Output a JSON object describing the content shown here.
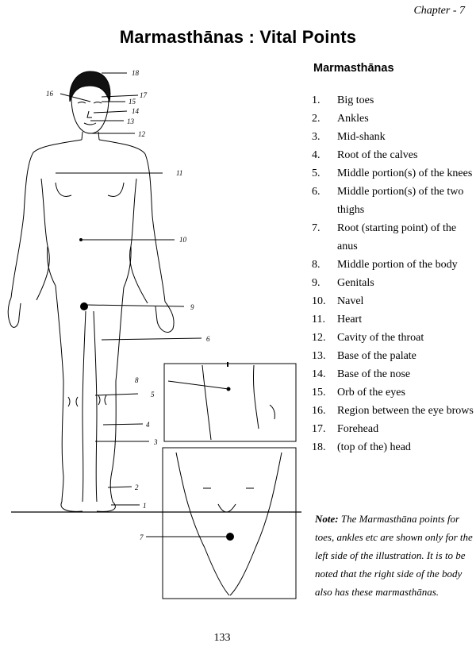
{
  "header": {
    "chapter": "Chapter - 7"
  },
  "title": "Marmasthānas : Vital Points",
  "list": {
    "heading": "Marmasthānas",
    "items": [
      {
        "num": "1.",
        "text": "Big toes"
      },
      {
        "num": "2.",
        "text": "Ankles"
      },
      {
        "num": "3.",
        "text": "Mid-shank"
      },
      {
        "num": "4.",
        "text": "Root of the calves"
      },
      {
        "num": "5.",
        "text": "Middle portion(s) of the knees"
      },
      {
        "num": "6.",
        "text": "Middle portion(s) of the two thighs"
      },
      {
        "num": "7.",
        "text": "Root (starting point) of the anus"
      },
      {
        "num": "8.",
        "text": "Middle portion of the body"
      },
      {
        "num": "9.",
        "text": "Genitals"
      },
      {
        "num": "10.",
        "text": "Navel"
      },
      {
        "num": "11.",
        "text": "Heart"
      },
      {
        "num": "12.",
        "text": "Cavity of the throat"
      },
      {
        "num": "13.",
        "text": "Base of the palate"
      },
      {
        "num": "14.",
        "text": "Base of the nose"
      },
      {
        "num": "15.",
        "text": "Orb of the eyes"
      },
      {
        "num": "16.",
        "text": "Region between the eye brows"
      },
      {
        "num": "17.",
        "text": "Forehead"
      },
      {
        "num": "18.",
        "text": "(top of the) head"
      }
    ]
  },
  "figure_labels": [
    "1",
    "2",
    "3",
    "4",
    "5",
    "6",
    "7",
    "8",
    "9",
    "10",
    "11",
    "12",
    "13",
    "14",
    "15",
    "16",
    "17",
    "18"
  ],
  "note": {
    "label": "Note:",
    "text": "The Marmasthāna points for toes, ankles etc are shown only for the left side of the illustration. It is to be noted that the right side of the body also has these marmasthānas."
  },
  "page_number": "133"
}
